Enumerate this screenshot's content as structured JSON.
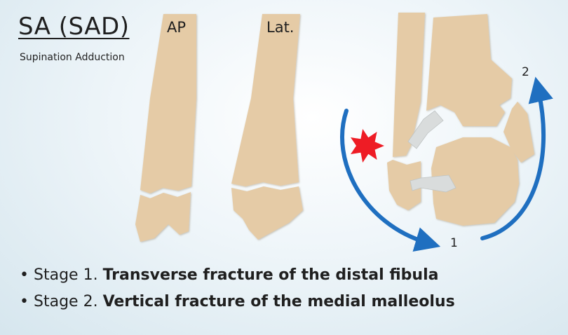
{
  "title": "SA (SAD)",
  "subtitle": "Supination Adduction",
  "views": {
    "ap": "AP",
    "lat": "Lat."
  },
  "arrows": {
    "stage1": "1",
    "stage2": "2"
  },
  "bullets": [
    {
      "prefix": "Stage 1. ",
      "text": "Transverse fracture of the distal fibula"
    },
    {
      "prefix": "Stage 2. ",
      "text": "Vertical fracture of the medial malleolus"
    }
  ],
  "colors": {
    "bone": "#e5cba6",
    "arrow": "#1f6fc0",
    "starburst": "#ee1c25",
    "ligament": "#d9dcdc"
  }
}
